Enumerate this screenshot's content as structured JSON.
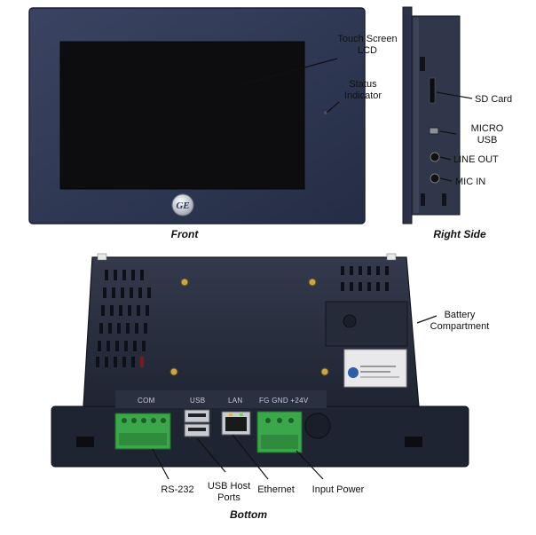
{
  "views": {
    "front": "Front",
    "right_side": "Right Side",
    "bottom": "Bottom"
  },
  "callouts": {
    "touch_screen": [
      "Touch Screen",
      "LCD"
    ],
    "status_indicator": [
      "Status",
      "Indicator"
    ],
    "sd_card": "SD Card",
    "micro_usb": [
      "MICRO",
      "USB"
    ],
    "line_out": "LINE OUT",
    "mic_in": "MIC IN",
    "battery": [
      "Battery",
      "Compartment"
    ],
    "rs232": "RS-232",
    "usb_host": [
      "USB Host",
      "Ports"
    ],
    "ethernet": "Ethernet",
    "input_power": "Input Power"
  },
  "port_labels": {
    "com": "COM",
    "usb": "USB",
    "lan": "LAN",
    "power": "FG GND +24V"
  },
  "logo": "GE",
  "colors": {
    "bezel": "#2c3550",
    "screen": "#111111",
    "housing": "#2a3040",
    "connector_green": "#3aa84a"
  }
}
